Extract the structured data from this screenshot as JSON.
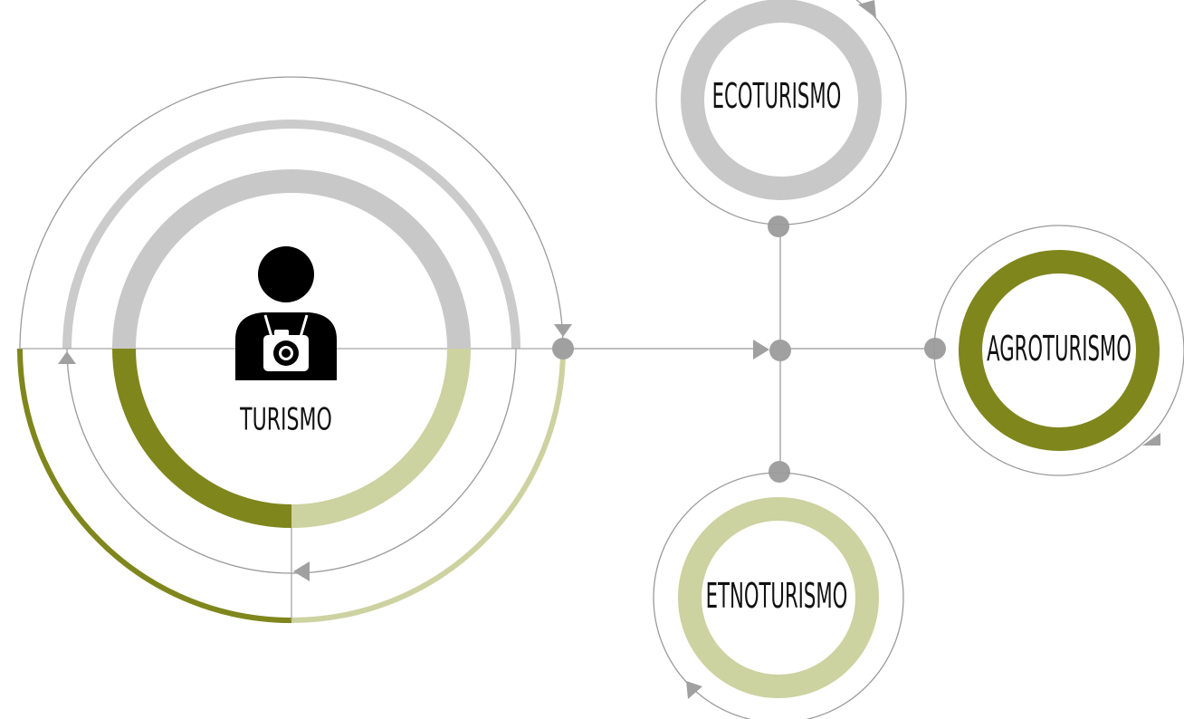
{
  "diagram": {
    "center": {
      "label": "TURISMO",
      "icon": "photographer-icon"
    },
    "branches": [
      {
        "id": "ecoturismo",
        "label": "ECOTURISMO"
      },
      {
        "id": "agroturismo",
        "label": "AGROTURISMO"
      },
      {
        "id": "etnoturismo",
        "label": "ETNOTURISMO"
      }
    ]
  },
  "colors": {
    "olive": "#7f861c",
    "light_olive": "#ccd2a0",
    "gray": "#c8c8c8",
    "line": "#a8a8a8",
    "dot": "#a0a0a0",
    "text": "#111111"
  }
}
